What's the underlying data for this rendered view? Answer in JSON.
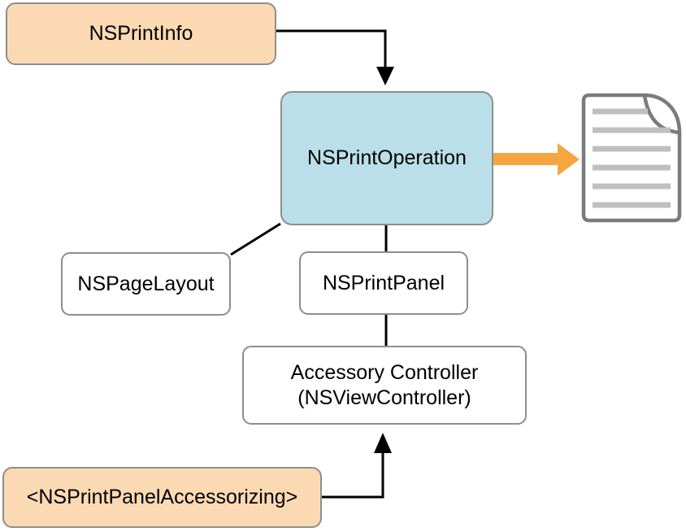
{
  "diagram": {
    "nodes": {
      "print_info": {
        "label": "NSPrintInfo",
        "fill": "#FAD9B3"
      },
      "print_operation": {
        "label": "NSPrintOperation",
        "fill": "#BADFE9"
      },
      "page_layout": {
        "label": "NSPageLayout",
        "fill": "#FFFFFF"
      },
      "print_panel": {
        "label": "NSPrintPanel",
        "fill": "#FFFFFF"
      },
      "accessory_controller": {
        "label_line1": "Accessory Controller",
        "label_line2": "(NSViewController)",
        "fill": "#FFFFFF"
      },
      "print_panel_accessorizing": {
        "label": "<NSPrintPanelAccessorizing>",
        "fill": "#FAD9B3"
      }
    },
    "edges": [
      {
        "from": "NSPrintInfo",
        "to": "NSPrintOperation",
        "style": "black-arrow"
      },
      {
        "from": "NSPrintOperation",
        "to": "NSPageLayout",
        "style": "plain-line"
      },
      {
        "from": "NSPrintOperation",
        "to": "NSPrintPanel",
        "style": "plain-line"
      },
      {
        "from": "NSPrintPanel",
        "to": "Accessory Controller (NSViewController)",
        "style": "plain-line"
      },
      {
        "from": "<NSPrintPanelAccessorizing>",
        "to": "Accessory Controller (NSViewController)",
        "style": "black-arrow"
      },
      {
        "from": "NSPrintOperation",
        "to": "document-icon",
        "style": "thick-orange-arrow"
      }
    ],
    "icons": [
      {
        "name": "document-icon",
        "shape": "page with folded top-right corner and six gray text lines"
      }
    ],
    "colors": {
      "node_orange_fill": "#FAD9B3",
      "node_blue_fill": "#BADFE9",
      "node_white_fill": "#FFFFFF",
      "node_border": "#8E8E8E",
      "connector_black": "#000000",
      "orange_arrow": "#F6A540",
      "document_border": "#7B7B7B",
      "document_lines": "#BFBFBF",
      "background": "#FFFFFF"
    }
  }
}
